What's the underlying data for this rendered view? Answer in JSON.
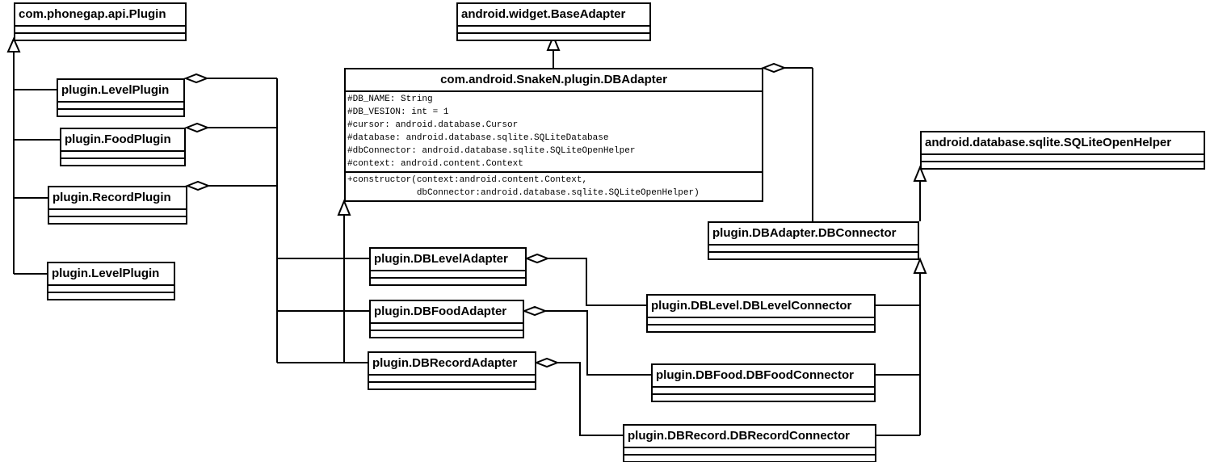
{
  "classes": {
    "plugin": {
      "name": "com.phonegap.api.Plugin"
    },
    "level_plugin_1": {
      "name": "plugin.LevelPlugin"
    },
    "food_plugin": {
      "name": "plugin.FoodPlugin"
    },
    "record_plugin": {
      "name": "plugin.RecordPlugin"
    },
    "level_plugin_2": {
      "name": "plugin.LevelPlugin"
    },
    "base_adapter": {
      "name": "android.widget.BaseAdapter"
    },
    "db_adapter": {
      "name": "com.android.SnakeN.plugin.DBAdapter",
      "attributes": [
        "#DB_NAME: String",
        "#DB_VESION: int = 1",
        "#cursor: android.database.Cursor",
        "#database: android.database.sqlite.SQLiteDatabase",
        "#dbConnector: android.database.sqlite.SQLiteOpenHelper",
        "#context: android.content.Context"
      ],
      "methods": [
        "+constructor(context:android.content.Context,",
        "             dbConnector:android.database.sqlite.SQLiteOpenHelper)"
      ]
    },
    "db_level_adapter": {
      "name": "plugin.DBLevelAdapter"
    },
    "db_food_adapter": {
      "name": "plugin.DBFoodAdapter"
    },
    "db_record_adapter": {
      "name": "plugin.DBRecordAdapter"
    },
    "db_connector": {
      "name": "plugin.DBAdapter.DBConnector"
    },
    "sqlite_open_helper": {
      "name": "android.database.sqlite.SQLiteOpenHelper"
    },
    "level_connector": {
      "name": "plugin.DBLevel.DBLevelConnector"
    },
    "food_connector": {
      "name": "plugin.DBFood.DBFoodConnector"
    },
    "record_connector": {
      "name": "plugin.DBRecord.DBRecordConnector"
    }
  }
}
